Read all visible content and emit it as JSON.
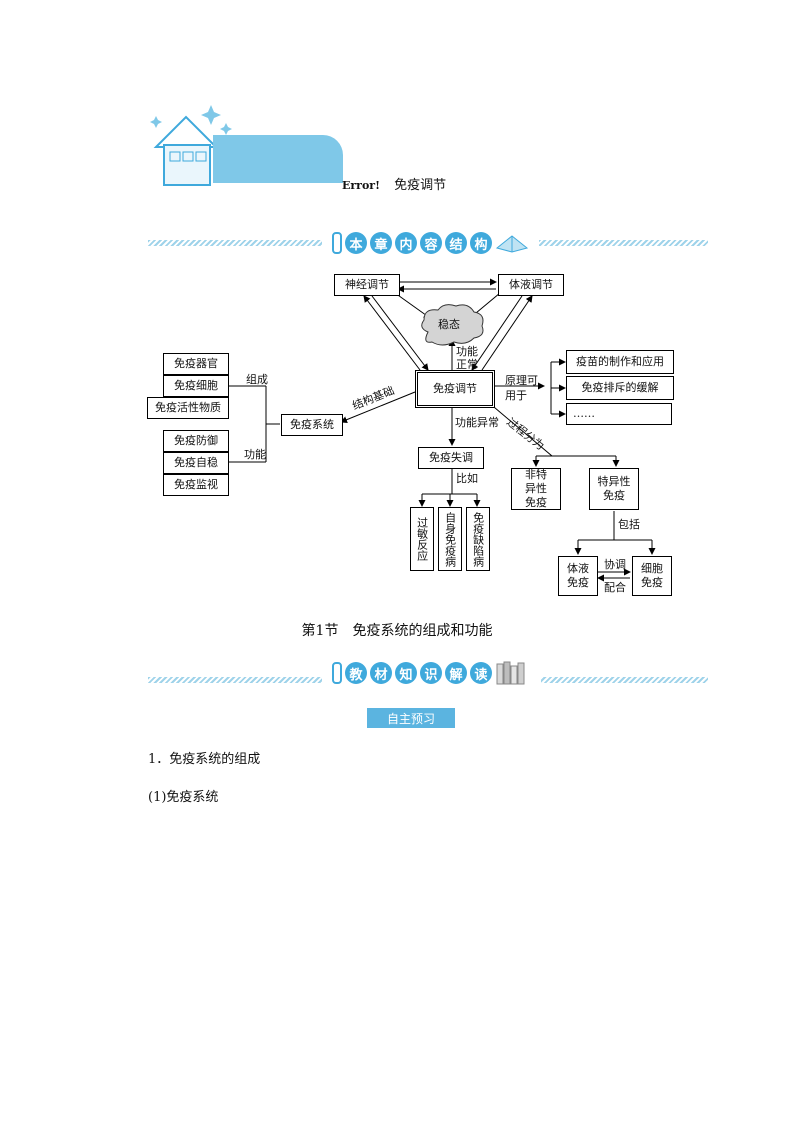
{
  "header": {
    "error_text": "Error!",
    "chapter_title": "免疫调节"
  },
  "banner1": {
    "chars": [
      "本",
      "章",
      "内",
      "容",
      "结",
      "构"
    ]
  },
  "diagram": {
    "nodes": {
      "neural": "神经调节",
      "humoral": "体液调节",
      "homeostasis": "稳态",
      "immune_reg": "免疫调节",
      "immune_system": "免疫系统",
      "organs": "免疫器官",
      "cells": "免疫细胞",
      "active_substances": "免疫活性物质",
      "defense": "免疫防御",
      "self_stability": "免疫自稳",
      "surveillance": "免疫监视",
      "disorder": "免疫失调",
      "allergy": "过敏反应",
      "autoimmune": "自身免疫病",
      "immunodeficiency": "免疫缺陷病",
      "vaccine": "疫苗的制作和应用",
      "rejection": "免疫排斥的缓解",
      "ellipsis": "……",
      "nonspecific": "非特异性免疫",
      "specific": "特异性免疫",
      "humoral_immunity": "体液免疫",
      "cellular_immunity": "细胞免疫"
    },
    "labels": {
      "composition": "组成",
      "function": "功能",
      "structural_basis": "结构基础",
      "function_normal": "功能正常",
      "function_abnormal": "功能异常",
      "principle_used_for": "原理可用于",
      "process_divided": "过程分为",
      "for_example": "比如",
      "include": "包括",
      "coordinate": "协调",
      "cooperate": "配合"
    }
  },
  "section": {
    "title": "第1节　免疫系统的组成和功能"
  },
  "banner2": {
    "chars": [
      "教",
      "材",
      "知",
      "识",
      "解",
      "读"
    ]
  },
  "pill": "自主预习",
  "content": {
    "heading1": "1．免疫系统的组成",
    "sub1": "(1)免疫系统"
  }
}
